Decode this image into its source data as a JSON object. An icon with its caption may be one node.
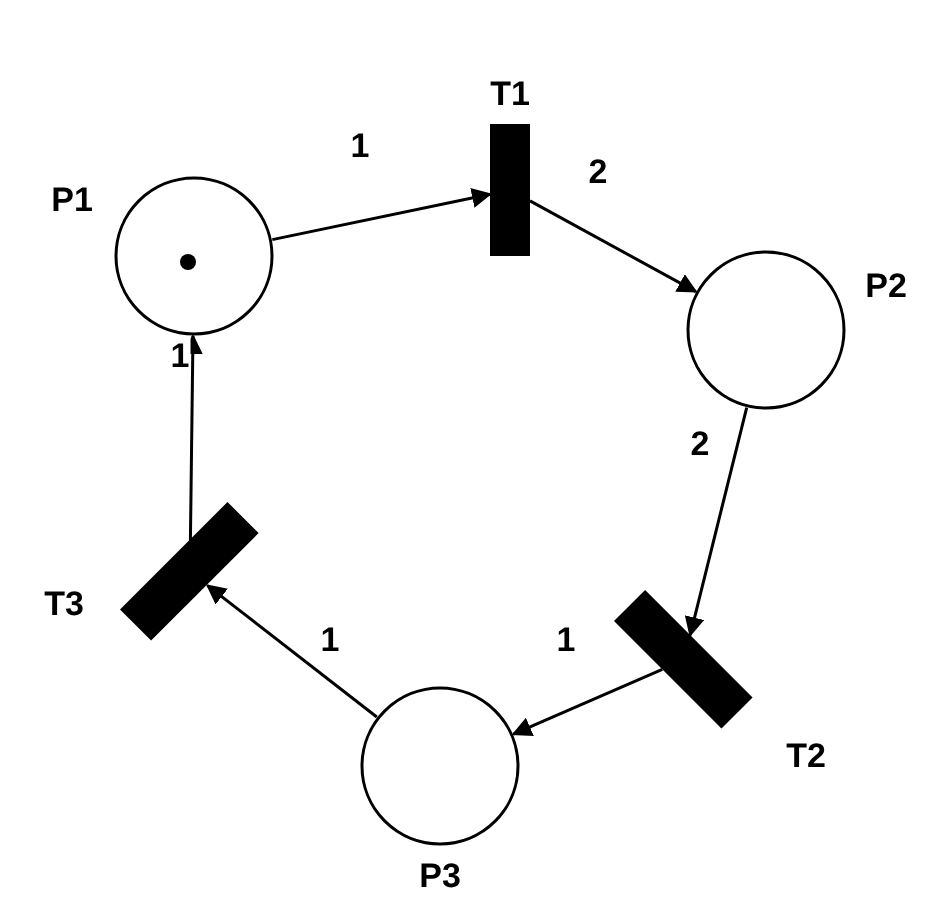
{
  "diagram": {
    "nodes": [
      {
        "text": [
          "P1"
        ]
      },
      {
        "text": [
          "T1"
        ]
      },
      {
        "text": [
          "P2"
        ]
      },
      {
        "text": [
          "T2"
        ]
      },
      {
        "text": [
          "P3"
        ]
      },
      {
        "text": [
          "T3"
        ]
      }
    ],
    "edges": [
      {
        "from": 0,
        "to": 1,
        "arrow": "to",
        "label": "1"
      },
      {
        "from": 1,
        "to": 2,
        "arrow": "to",
        "label": "2"
      },
      {
        "from": 2,
        "to": 3,
        "arrow": "to",
        "label": "2"
      },
      {
        "from": 3,
        "to": 4,
        "arrow": "to",
        "label": "1"
      },
      {
        "from": 4,
        "to": 5,
        "arrow": "to",
        "label": "1"
      },
      {
        "from": 5,
        "to": 0,
        "arrow": "to",
        "label": "1"
      }
    ]
  }
}
